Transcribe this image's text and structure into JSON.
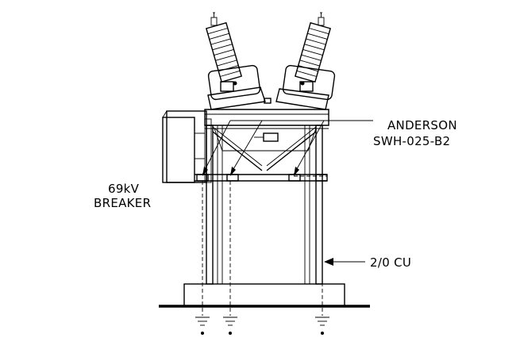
{
  "labels": {
    "manufacturer": "ANDERSON",
    "model": "SWH-025-B2",
    "rating": "69kV",
    "device": "BREAKER",
    "conductor": "2/0 CU"
  },
  "colors": {
    "ink": "#000000",
    "background": "#ffffff"
  }
}
